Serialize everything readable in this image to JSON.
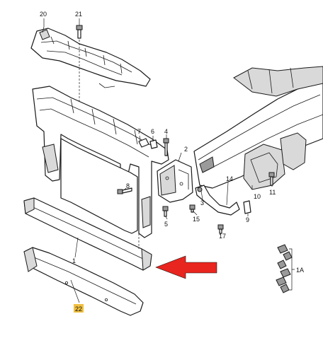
{
  "callouts": {
    "c1": "1",
    "c1a": "1A",
    "c2": "2",
    "c3": "3",
    "c4": "4",
    "c5": "5",
    "c6": "6",
    "c7": "7",
    "c9": "9",
    "c10": "10",
    "c11": "11",
    "c14": "14",
    "c15": "15",
    "c17": "17",
    "c20": "20",
    "c21": "21",
    "c22": "22"
  },
  "colors": {
    "highlight": "#f0c040",
    "arrow": "#e8251e",
    "line": "#1a1a1a"
  },
  "icons": {
    "pointer": "arrow-left-icon"
  }
}
